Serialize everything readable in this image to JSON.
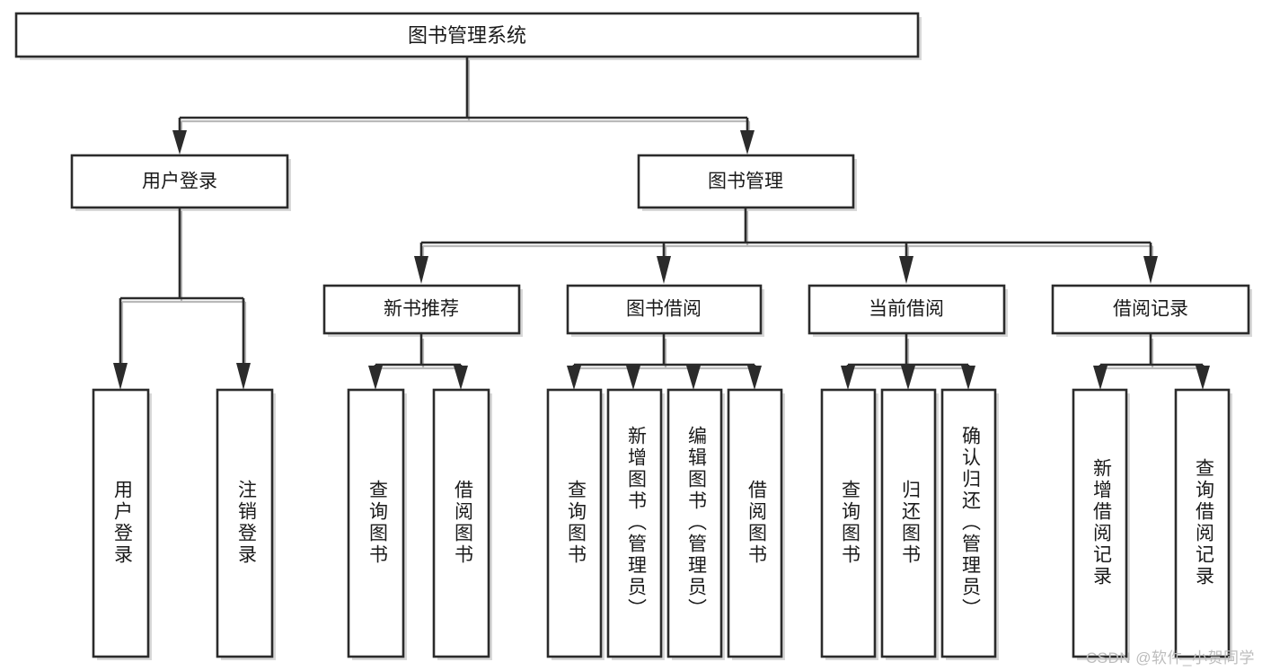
{
  "diagram": {
    "title": "图书管理系统",
    "type": "tree-hierarchy-diagram",
    "colors": {
      "box_stroke": "#2b2b2b",
      "box_fill": "#ffffff",
      "connector": "#2b2b2b",
      "shadow": "#b8b8b8",
      "text": "#1a1a1a",
      "watermark": "#bdbdbd",
      "background": "#ffffff"
    },
    "root": {
      "label": "图书管理系统"
    },
    "level2": [
      {
        "label": "用户登录"
      },
      {
        "label": "图书管理"
      }
    ],
    "level3": [
      {
        "label": "新书推荐"
      },
      {
        "label": "图书借阅"
      },
      {
        "label": "当前借阅"
      },
      {
        "label": "借阅记录"
      }
    ],
    "leaves": {
      "user_login": [
        {
          "label": "用户登录"
        },
        {
          "label": "注销登录"
        }
      ],
      "new_book_recommend": [
        {
          "label": "查询图书"
        },
        {
          "label": "借阅图书"
        }
      ],
      "book_borrow": [
        {
          "label": "查询图书"
        },
        {
          "label": "新增图书（管理员）"
        },
        {
          "label": "编辑图书（管理员）"
        },
        {
          "label": "借阅图书"
        }
      ],
      "current_borrow": [
        {
          "label": "查询图书"
        },
        {
          "label": "归还图书"
        },
        {
          "label": "确认归还（管理员）"
        }
      ],
      "borrow_record": [
        {
          "label": "新增借阅记录"
        },
        {
          "label": "查询借阅记录"
        }
      ]
    }
  },
  "watermark": {
    "text": "CSDN @软件_小贺同学"
  }
}
